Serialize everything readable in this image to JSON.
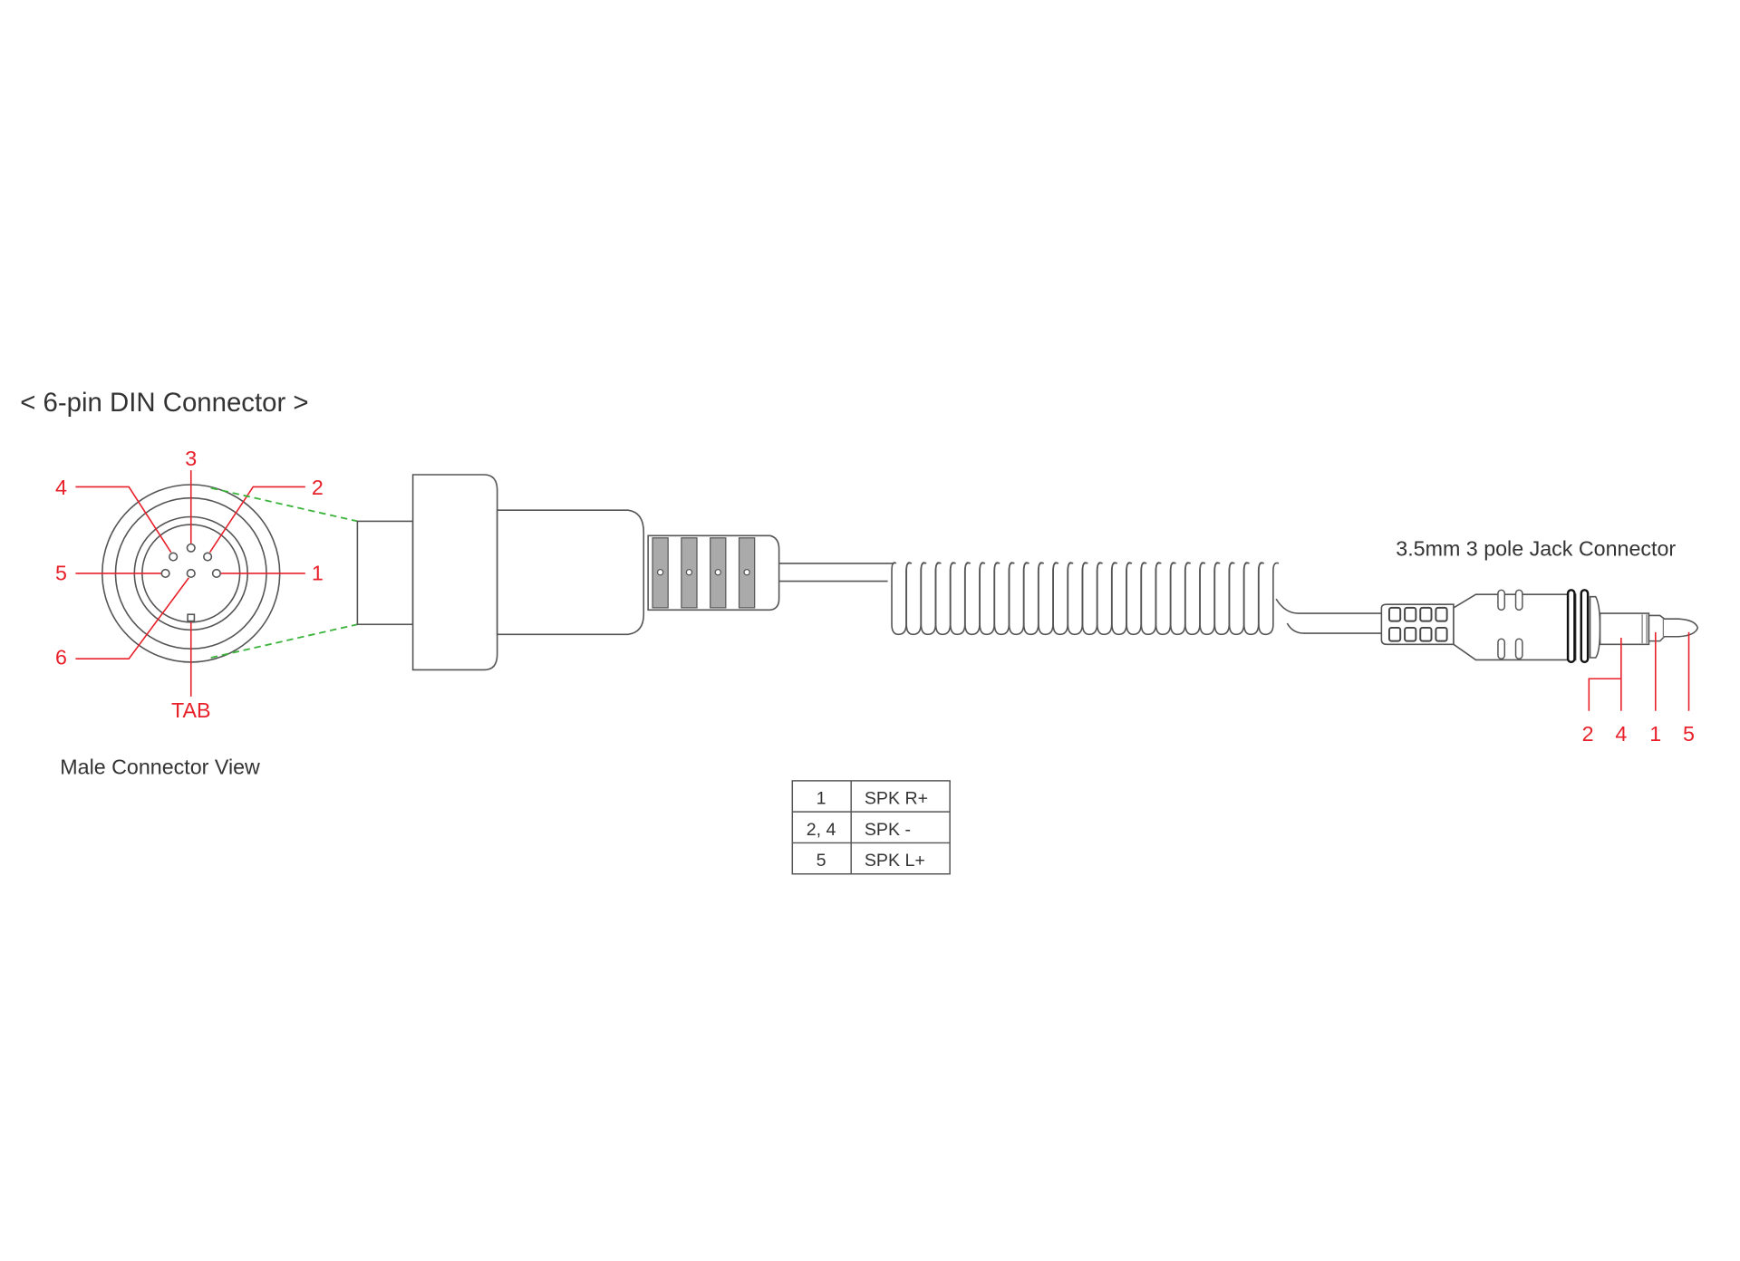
{
  "din": {
    "title": "< 6-pin DIN Connector >",
    "caption": "Male Connector View",
    "pin_labels": {
      "p1": "1",
      "p2": "2",
      "p3": "3",
      "p4": "4",
      "p5": "5",
      "p6": "6",
      "tab": "TAB"
    }
  },
  "jack": {
    "title": "3.5mm 3 pole Jack Connector",
    "pin_labels": [
      "2",
      "4",
      "1",
      "5"
    ]
  },
  "pin_table": {
    "rows": [
      {
        "pin": "1",
        "signal": "SPK R+"
      },
      {
        "pin": "2, 4",
        "signal": "SPK -"
      },
      {
        "pin": "5",
        "signal": "SPK L+"
      }
    ]
  },
  "colors": {
    "label": "#e8202a",
    "guide": "#3cb43c",
    "line": "#555555"
  },
  "coil_turns": 26
}
